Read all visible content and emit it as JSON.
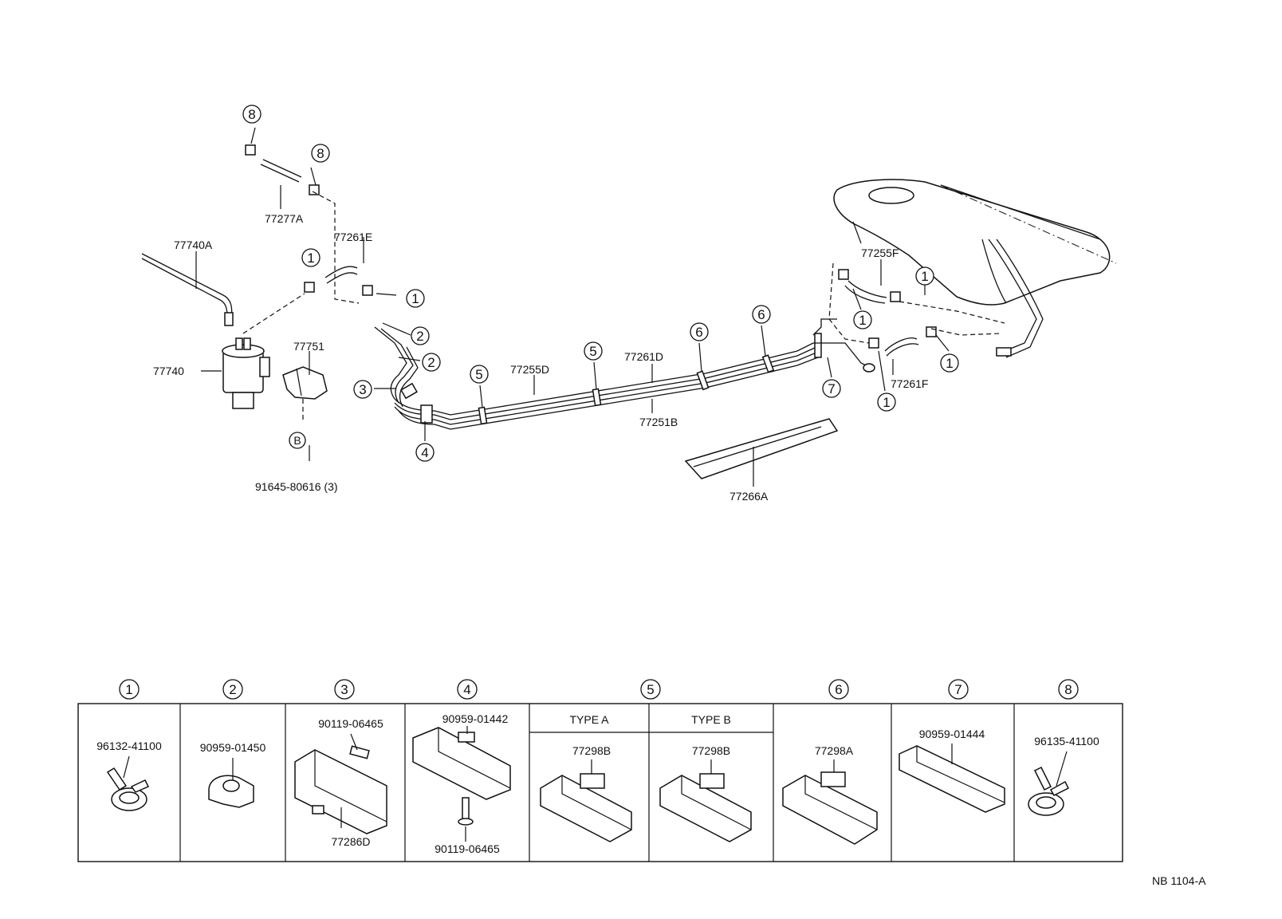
{
  "diagram": {
    "part_labels": {
      "p77277A": "77277A",
      "p77740A": "77740A",
      "p77261E": "77261E",
      "p77740": "77740",
      "p77751": "77751",
      "p91645": "91645-80616 (3)",
      "p77255D": "77255D",
      "p77261D": "77261D",
      "p77251B": "77251B",
      "p77266A": "77266A",
      "p77255F": "77255F",
      "p77261F": "77261F",
      "pB": "B"
    },
    "callouts": {
      "c8a": "8",
      "c8b": "8",
      "c1a": "1",
      "c1b": "1",
      "c2a": "2",
      "c2b": "2",
      "c3": "3",
      "c4": "4",
      "c5a": "5",
      "c5b": "5",
      "c6a": "6",
      "c6b": "6",
      "c7": "7",
      "c1c": "1",
      "c1d": "1",
      "c1e": "1",
      "c1f": "1"
    }
  },
  "table": {
    "headers": [
      "1",
      "2",
      "3",
      "4",
      "5",
      "6",
      "7",
      "8"
    ],
    "type_a": "TYPE A",
    "type_b": "TYPE B",
    "cells": {
      "c1": "96132-41100",
      "c2": "90959-01450",
      "c3a": "90119-06465",
      "c3b": "77286D",
      "c4a": "90959-01442",
      "c4b": "90119-06465",
      "c5a": "77298B",
      "c5b": "77298B",
      "c6": "77298A",
      "c7": "90959-01444",
      "c8": "96135-41100"
    }
  },
  "footer": {
    "code": "NB  1104-A"
  }
}
